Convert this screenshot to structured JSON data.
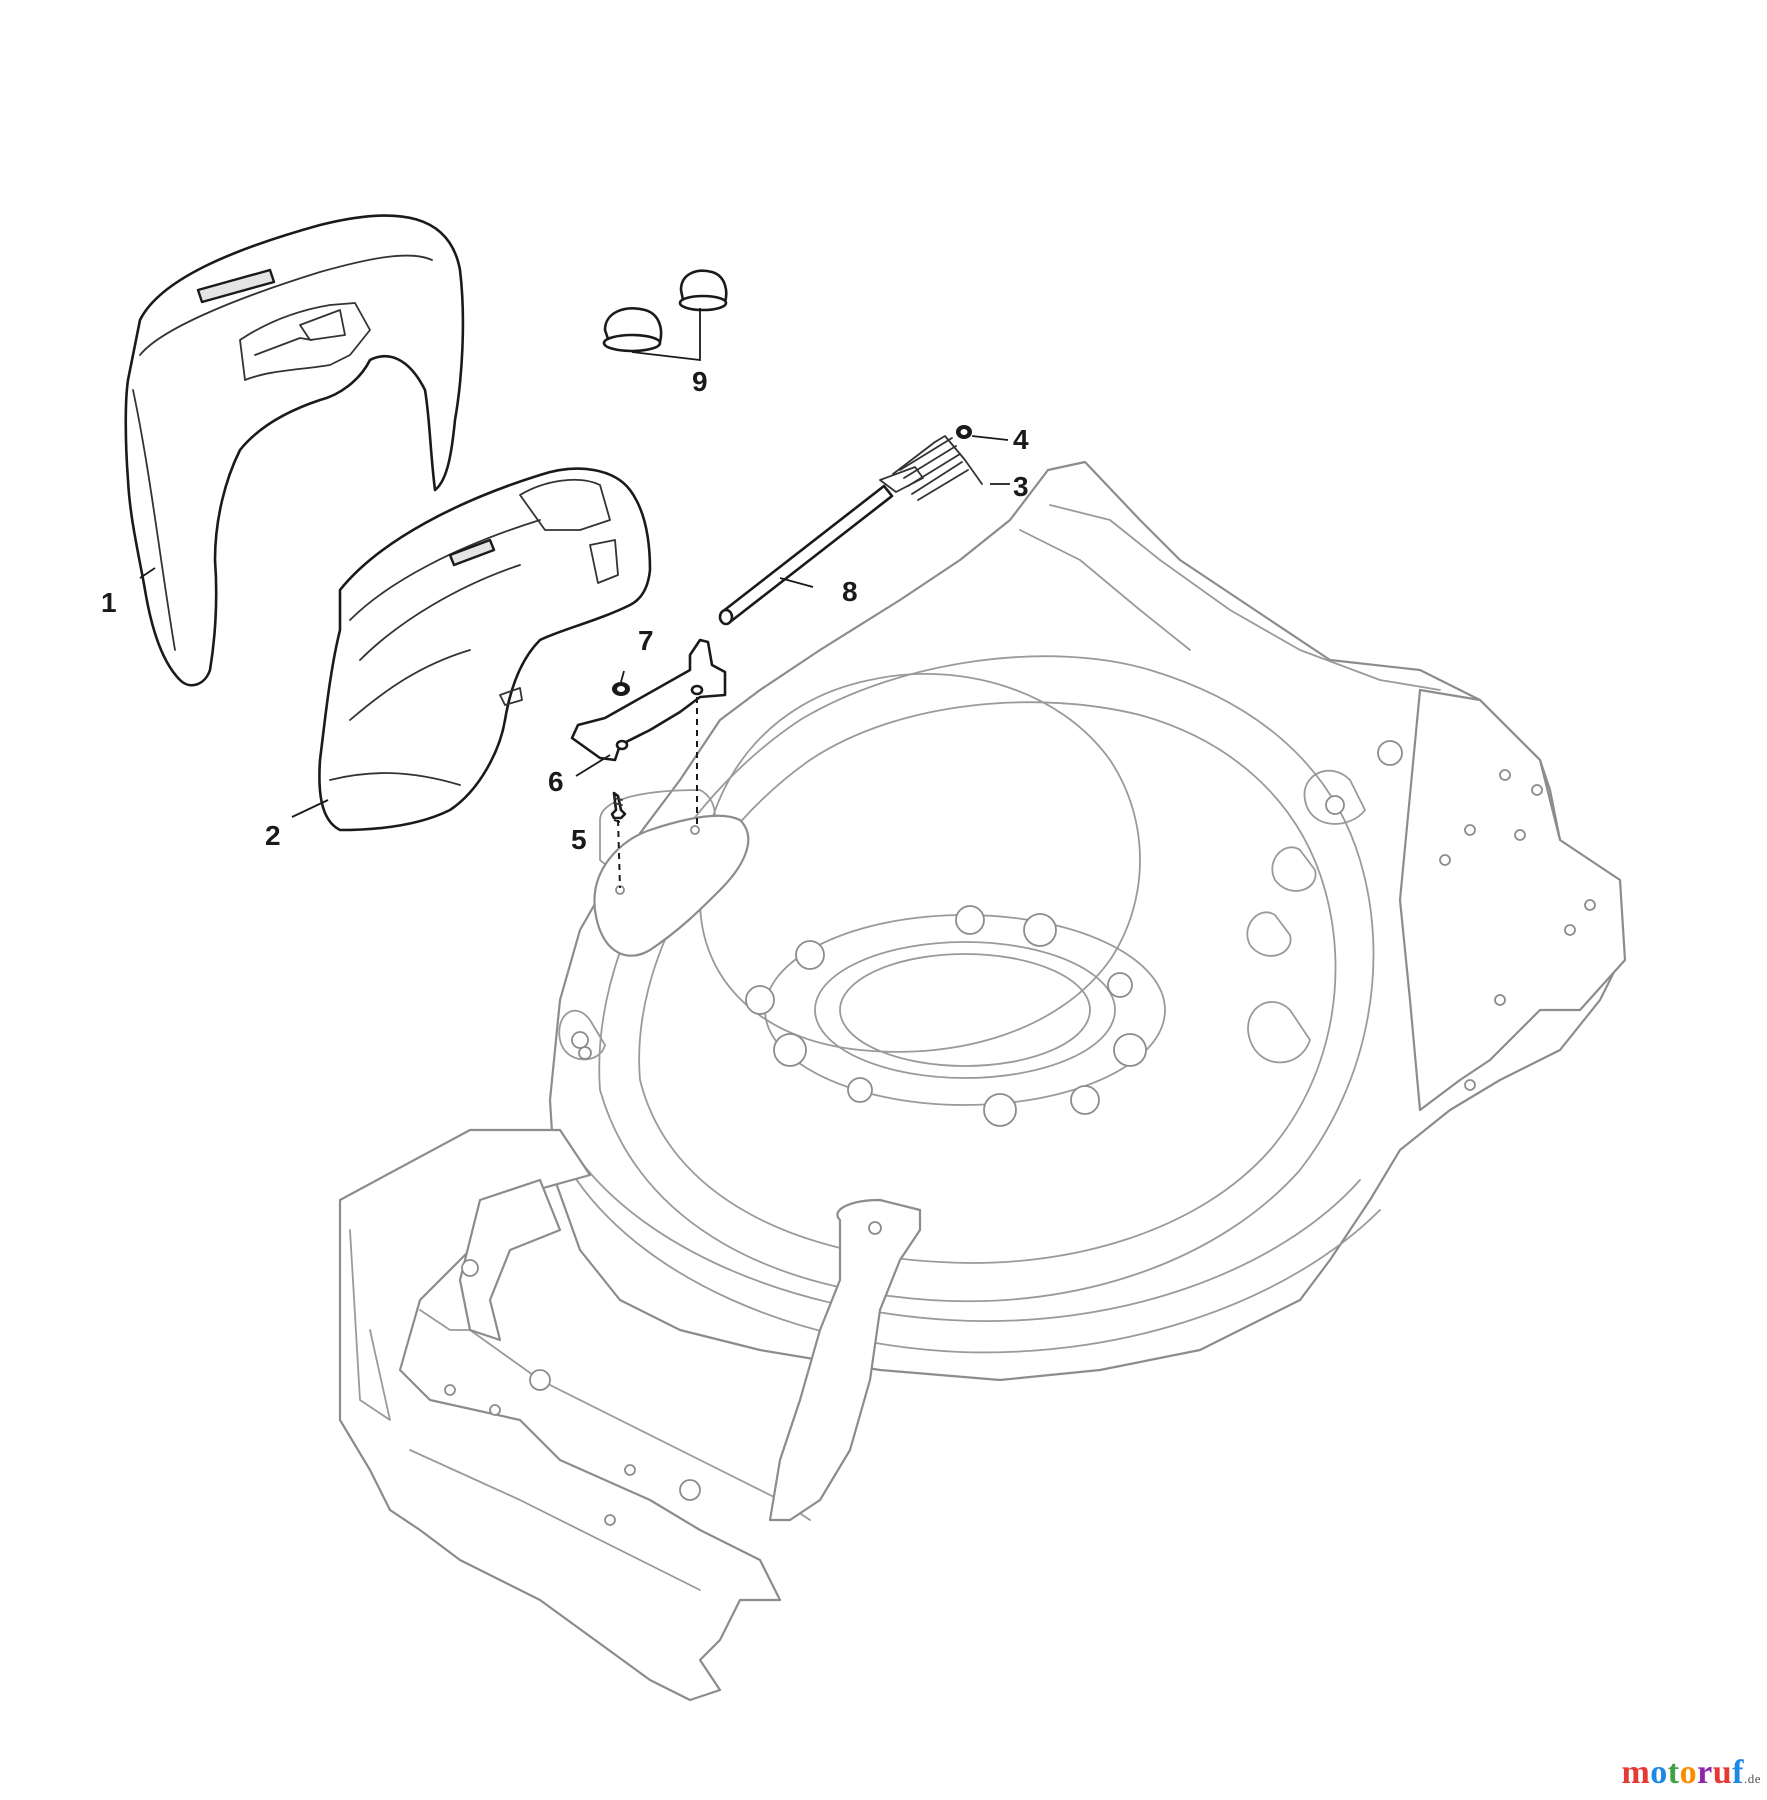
{
  "callouts": [
    {
      "id": "1",
      "label": "1"
    },
    {
      "id": "2",
      "label": "2"
    },
    {
      "id": "3",
      "label": "3"
    },
    {
      "id": "4",
      "label": "4"
    },
    {
      "id": "5",
      "label": "5"
    },
    {
      "id": "6",
      "label": "6"
    },
    {
      "id": "7",
      "label": "7"
    },
    {
      "id": "8",
      "label": "8"
    },
    {
      "id": "9",
      "label": "9"
    }
  ],
  "watermark": {
    "letters": [
      "m",
      "o",
      "t",
      "o",
      "r",
      "u",
      "f"
    ],
    "suffix": ".de",
    "colors": [
      "#e53935",
      "#1e88e5",
      "#43a047",
      "#fb8c00",
      "#8e24aa",
      "#e53935",
      "#1e88e5"
    ]
  }
}
